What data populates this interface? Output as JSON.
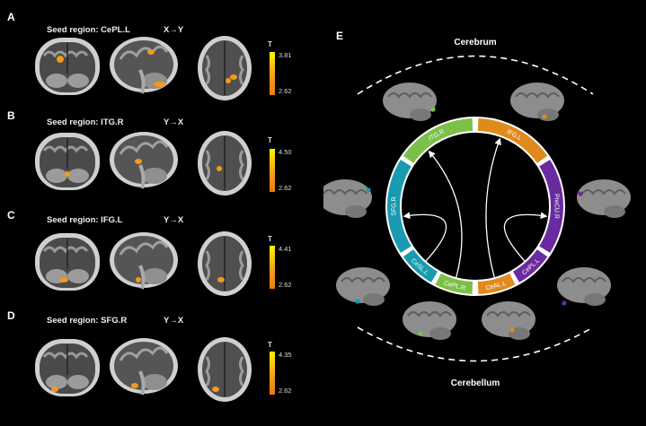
{
  "panels": [
    {
      "label": "A",
      "seed": "Seed region: CePL.L",
      "direction": "X→Y",
      "tmax": "3.81",
      "tmin": "2.62"
    },
    {
      "label": "B",
      "seed": "Seed region: ITG.R",
      "direction": "Y→X",
      "tmax": "4.50",
      "tmin": "2.62"
    },
    {
      "label": "C",
      "seed": "Seed region: IFG.L",
      "direction": "Y→X",
      "tmax": "4.41",
      "tmin": "2.62"
    },
    {
      "label": "D",
      "seed": "Seed region: SFG.R",
      "direction": "Y→X",
      "tmax": "4.35",
      "tmin": "2.62"
    }
  ],
  "colorbar_title": "T",
  "circle": {
    "panel_label": "E",
    "top_label": "Cerebrum",
    "bottom_label": "Cerebellum",
    "segments": [
      {
        "name": "ITG.R",
        "color": "#7cc04a"
      },
      {
        "name": "IFG.L",
        "color": "#e08a1e"
      },
      {
        "name": "PreCU.R",
        "color": "#6a2aa0"
      },
      {
        "name": "CePL.L",
        "color": "#6a2aa0"
      },
      {
        "name": "CeAL.L",
        "color": "#e08a1e"
      },
      {
        "name": "CePL.R",
        "color": "#7cc04a"
      },
      {
        "name": "CeSL.L",
        "color": "#1a9ab0"
      },
      {
        "name": "SFG.R",
        "color": "#1a9ab0"
      }
    ]
  },
  "colors": {
    "orange": "#e08a1e",
    "green": "#7cc04a",
    "teal": "#1a9ab0",
    "purple": "#6a2aa0",
    "blob": "#f39a1c"
  }
}
